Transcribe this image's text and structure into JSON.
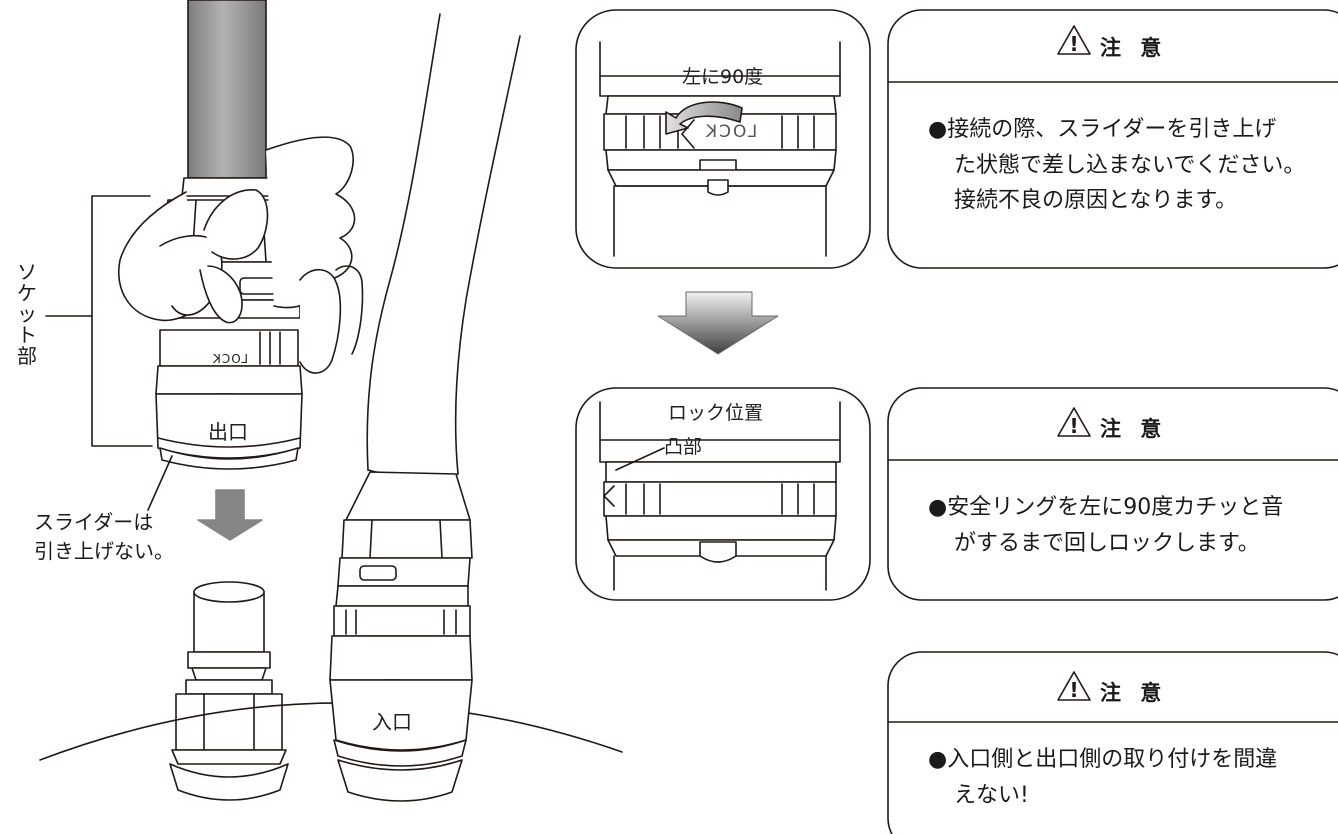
{
  "left_labels": {
    "socket_part": "ソケット部",
    "outlet": "出口",
    "inlet": "入口",
    "slider_note_line1": "スライダーは",
    "slider_note_line2": "引き上げない。",
    "lock_ring_text": "LOCK"
  },
  "step_before": {
    "rotate_label": "左に90度",
    "lock_text": "LOCK"
  },
  "step_after": {
    "lock_position_label": "ロック位置",
    "protrusion_label": "凸部"
  },
  "cautions": [
    {
      "title": "注 意",
      "lines": [
        "●接続の際、スライダーを引き上げ",
        "た状態で差し込まないでください。",
        "接続不良の原因となります。"
      ]
    },
    {
      "title": "注 意",
      "lines": [
        "●安全リングを左に90度カチッと音",
        "がするまで回しロックします。"
      ]
    },
    {
      "title": "注 意",
      "lines": [
        "●入口側と出口側の取り付けを間違",
        "えない!"
      ]
    }
  ],
  "colors": {
    "line": "#231815",
    "hose_gray": "#9a9a9a",
    "arrow_gray": "#7a7a7a",
    "arrow_dark": "#4a4a4a"
  }
}
